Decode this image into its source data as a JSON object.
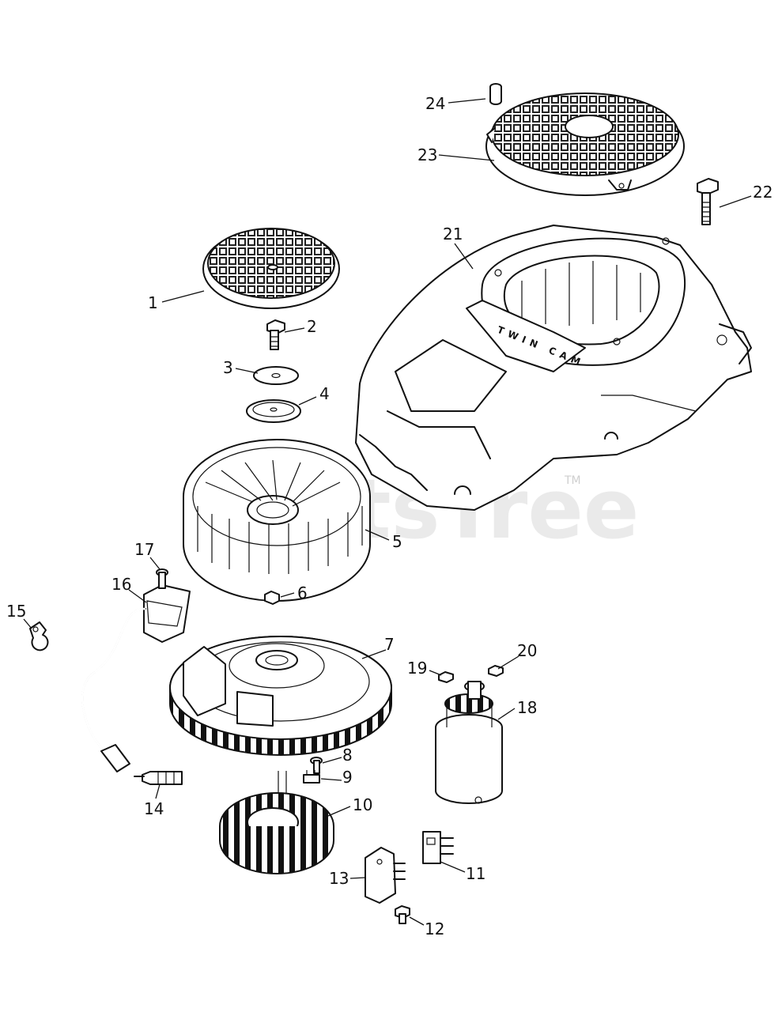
{
  "watermark": {
    "text": "PartsTree",
    "trademark": "TM"
  },
  "shroud_text": "TWIN CAM",
  "labels": {
    "p1": "1",
    "p2": "2",
    "p3": "3",
    "p4": "4",
    "p5": "5",
    "p6": "6",
    "p7": "7",
    "p8": "8",
    "p9": "9",
    "p10": "10",
    "p11": "11",
    "p12": "12",
    "p13": "13",
    "p14": "14",
    "p15": "15",
    "p16": "16",
    "p17": "17",
    "p18": "18",
    "p19": "19",
    "p20": "20",
    "p21": "21",
    "p22": "22",
    "p23": "23",
    "p24": "24"
  }
}
